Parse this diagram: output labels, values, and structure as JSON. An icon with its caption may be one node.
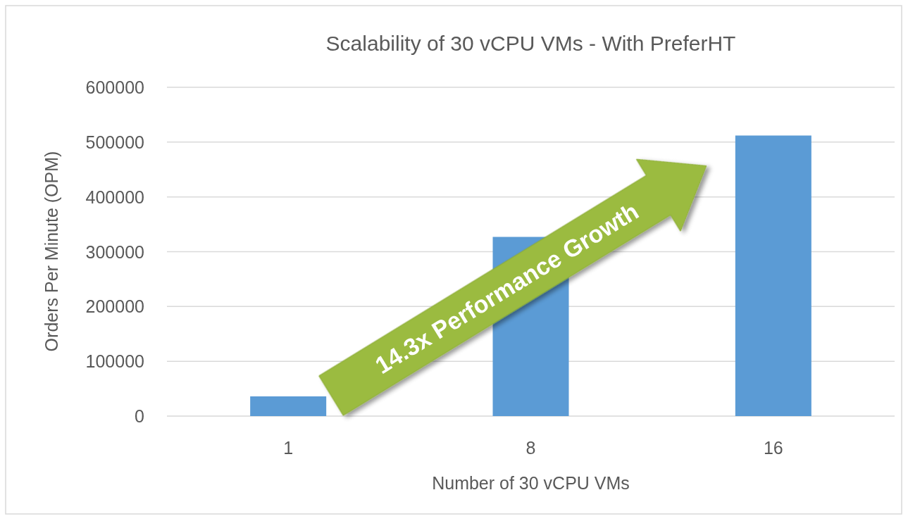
{
  "diagram": {
    "chart_data": {
      "type": "bar",
      "title": "Scalability of 30 vCPU VMs - With PreferHT",
      "xlabel": "Number of 30 vCPU VMs",
      "ylabel": "Orders Per Minute (OPM)",
      "categories": [
        "1",
        "8",
        "16"
      ],
      "series": [
        {
          "color": "#5b9bd5",
          "values": [
            36000,
            327000,
            512000
          ]
        }
      ],
      "grid": true,
      "ylim": [
        0,
        600000
      ],
      "yticks": [
        0,
        100000,
        200000,
        300000,
        400000,
        500000,
        600000
      ],
      "annotations": [
        "14.3x Performance Growth"
      ]
    }
  }
}
